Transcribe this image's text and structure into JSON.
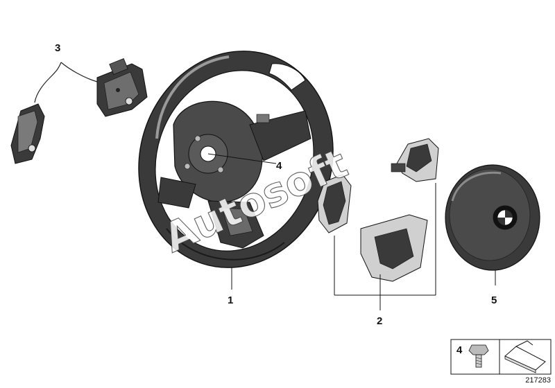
{
  "callouts": {
    "steering_wheel": "1",
    "trim_cover_set": "2",
    "paddle_shifter_cable": "3",
    "screw_center": "4",
    "airbag_module": "5"
  },
  "legend_box": {
    "item_number": "4"
  },
  "diagram_number": "217283",
  "watermark_text": "Autosoft",
  "colors": {
    "line": "#111111",
    "part_dark": "#3a3a3a",
    "part_mid": "#7a7a7a",
    "part_light": "#d0d0d0",
    "background": "#ffffff"
  }
}
